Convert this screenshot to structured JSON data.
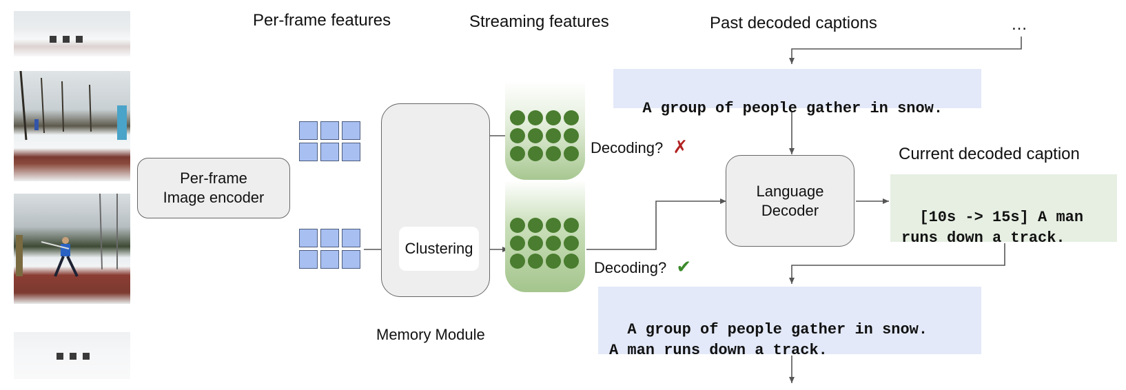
{
  "labels": {
    "per_frame_features": "Per-frame features",
    "streaming_features": "Streaming features",
    "past_decoded_captions": "Past decoded captions",
    "ellipsis": "…",
    "current_decoded_caption": "Current decoded caption",
    "memory_module": "Memory Module",
    "decoding_no": "Decoding?",
    "decoding_yes": "Decoding?",
    "cross_mark": "✗",
    "check_mark": "✔"
  },
  "boxes": {
    "image_encoder": "Per-frame\nImage encoder",
    "clustering": "Clustering",
    "language_decoder": "Language\nDecoder"
  },
  "captions": {
    "past": "A group of people gather in snow.",
    "current": "[10s -> 15s] A man\nruns down a track.",
    "updated": "A group of people gather in snow.\nA man runs down a track."
  },
  "colors": {
    "feature_square": "#a8bff2",
    "cluster_dot": "#4a7d2f",
    "past_caption_bg": "#e3e9f8",
    "current_caption_bg": "#e6efe2",
    "cross": "#b22222",
    "check": "#3a8a2a"
  }
}
